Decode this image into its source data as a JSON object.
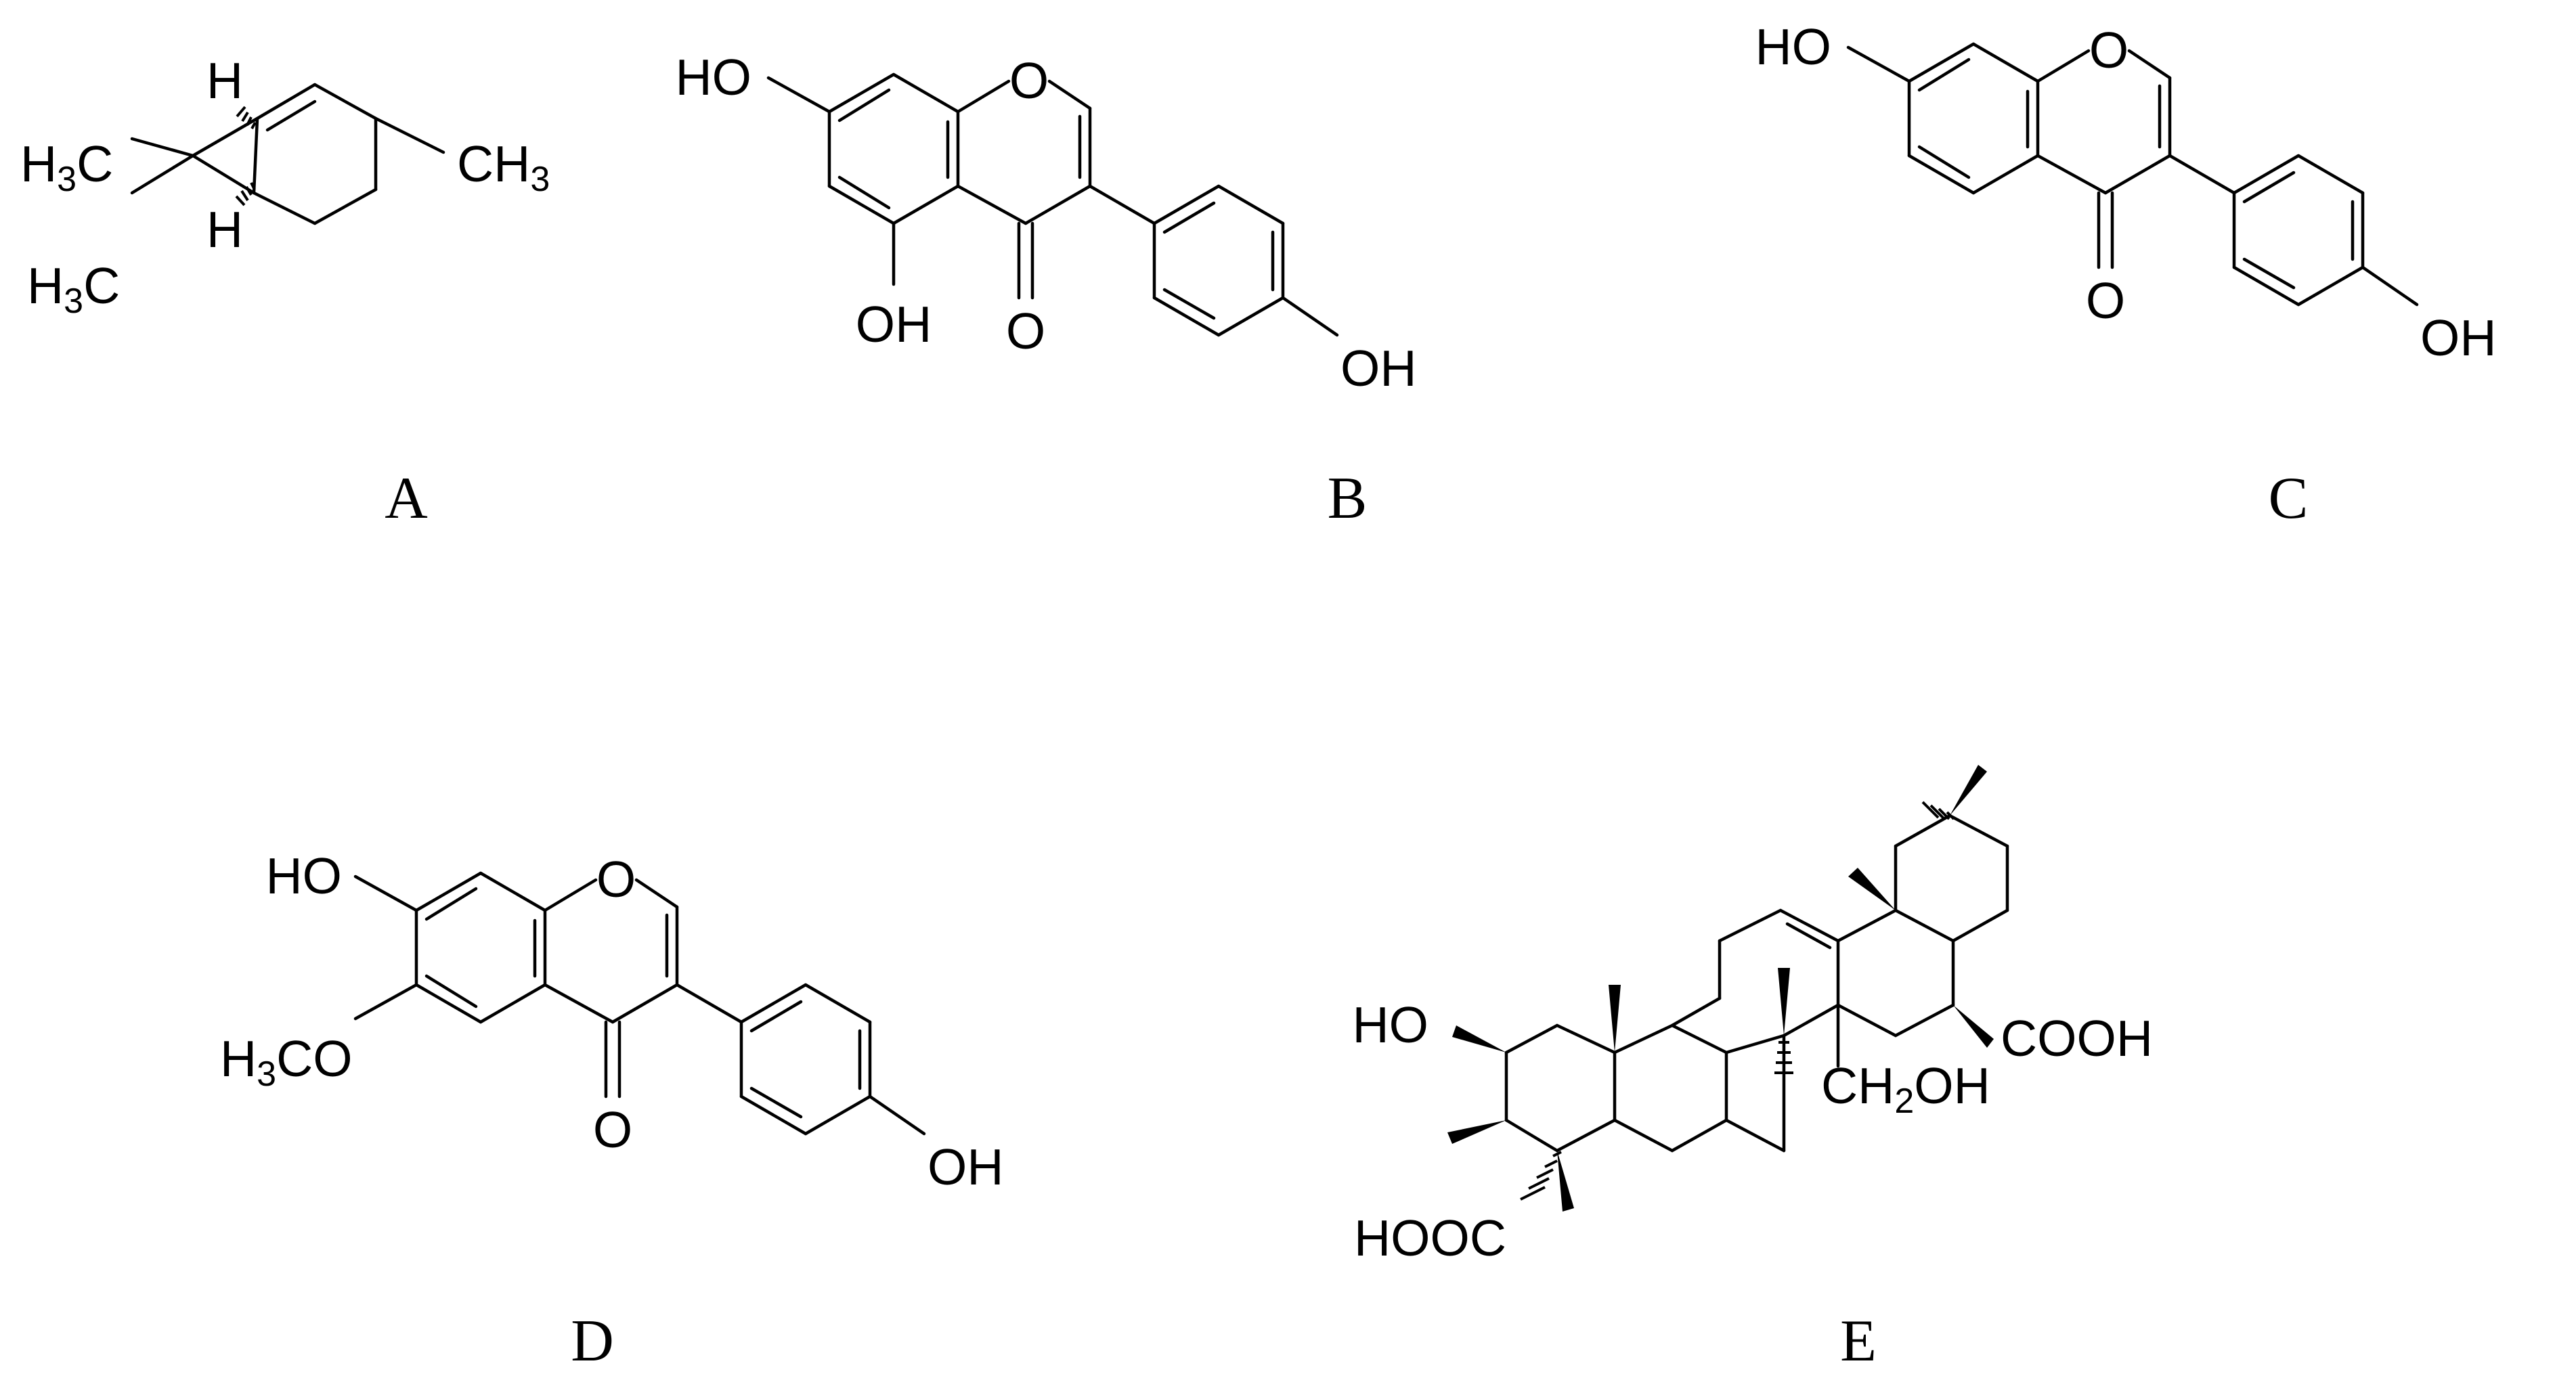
{
  "structures": [
    {
      "id": "A",
      "caption": "A",
      "atom_labels": {
        "h_top": "H",
        "h_bottom": "H",
        "methyl_left_top": "H3C",
        "methyl_left_bottom": "H3C",
        "methyl_right": "CH3"
      }
    },
    {
      "id": "B",
      "caption": "B",
      "atom_labels": {
        "hydroxyl_left": "HO",
        "ring_oxygen": "O",
        "hydroxyl_bottom": "OH",
        "carbonyl_oxygen": "O",
        "hydroxyl_right": "OH"
      }
    },
    {
      "id": "C",
      "caption": "C",
      "atom_labels": {
        "hydroxyl_left": "HO",
        "ring_oxygen": "O",
        "carbonyl_oxygen": "O",
        "hydroxyl_right": "OH"
      }
    },
    {
      "id": "D",
      "caption": "D",
      "atom_labels": {
        "hydroxyl_left": "HO",
        "ring_oxygen": "O",
        "methoxy": "H3CO",
        "carbonyl_oxygen": "O",
        "hydroxyl_right": "OH"
      }
    },
    {
      "id": "E",
      "caption": "E",
      "atom_labels": {
        "hydroxyl": "HO",
        "acid_right": "COOH",
        "hydroxymethyl": "CH2OH",
        "acid_left": "HOOC"
      }
    }
  ]
}
